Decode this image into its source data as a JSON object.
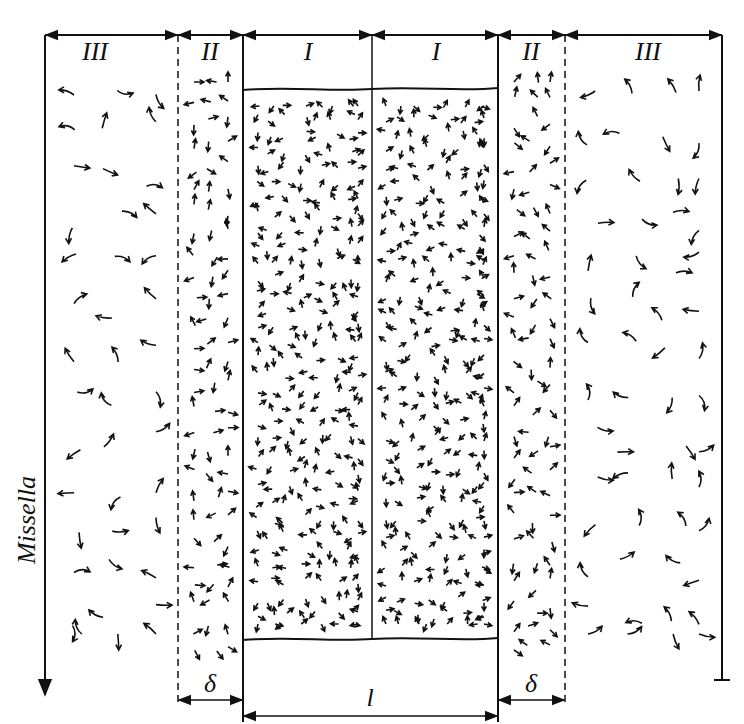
{
  "diagram": {
    "labels": [
      "III",
      "II",
      "I",
      "I",
      "II",
      "III",
      "Missella",
      "δ",
      "l",
      "δ"
    ]
  }
}
